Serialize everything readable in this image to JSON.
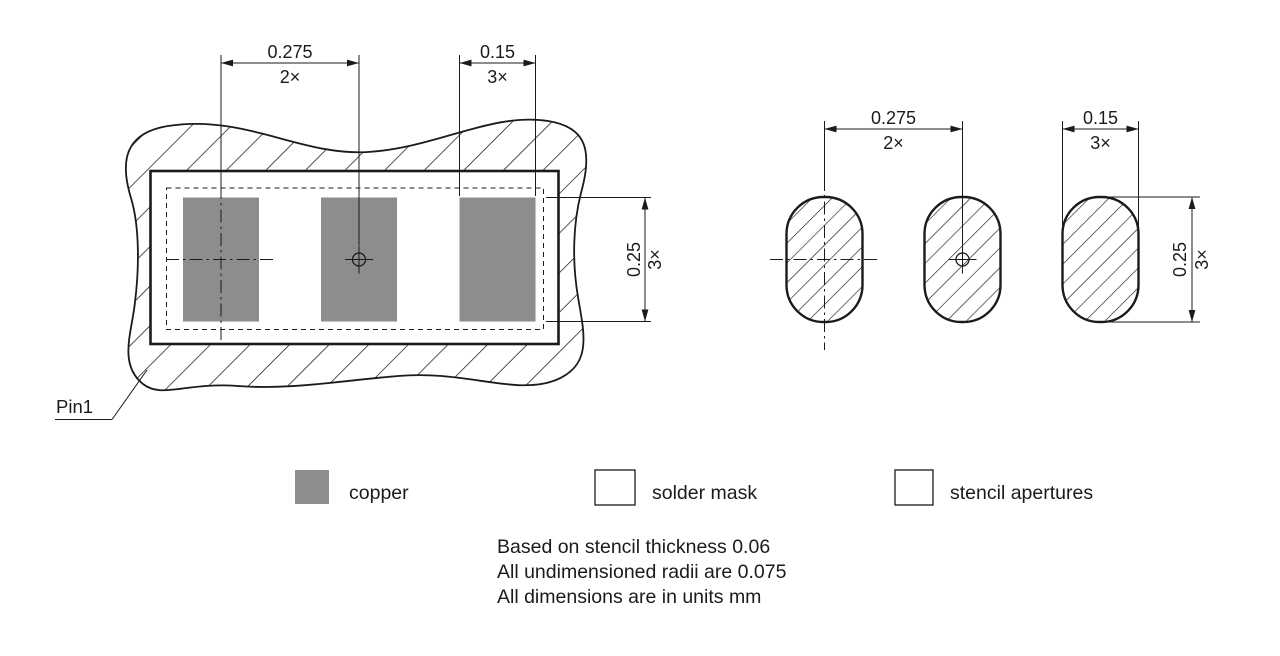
{
  "drawing": {
    "pcb_view": {
      "pin1_label": "Pin1",
      "dim_pitch_value": "0.275",
      "dim_pitch_count": "2×",
      "dim_width_value": "0.15",
      "dim_width_count": "3×",
      "dim_height_value": "0.25",
      "dim_height_count": "3×"
    },
    "stencil_view": {
      "dim_pitch_value": "0.275",
      "dim_pitch_count": "2×",
      "dim_width_value": "0.15",
      "dim_width_count": "3×",
      "dim_height_value": "0.25",
      "dim_height_count": "3×"
    },
    "legend": {
      "copper_label": "copper",
      "solder_mask_label": "solder mask",
      "stencil_apertures_label": "stencil apertures"
    },
    "notes": {
      "line1": "Based on stencil thickness 0.06",
      "line2": "All undimensioned radii are 0.075",
      "line3": "All dimensions are in units mm"
    },
    "colors": {
      "copper_fill": "#8d8d8d",
      "line": "#1b1b1b",
      "background": "#ffffff"
    }
  }
}
